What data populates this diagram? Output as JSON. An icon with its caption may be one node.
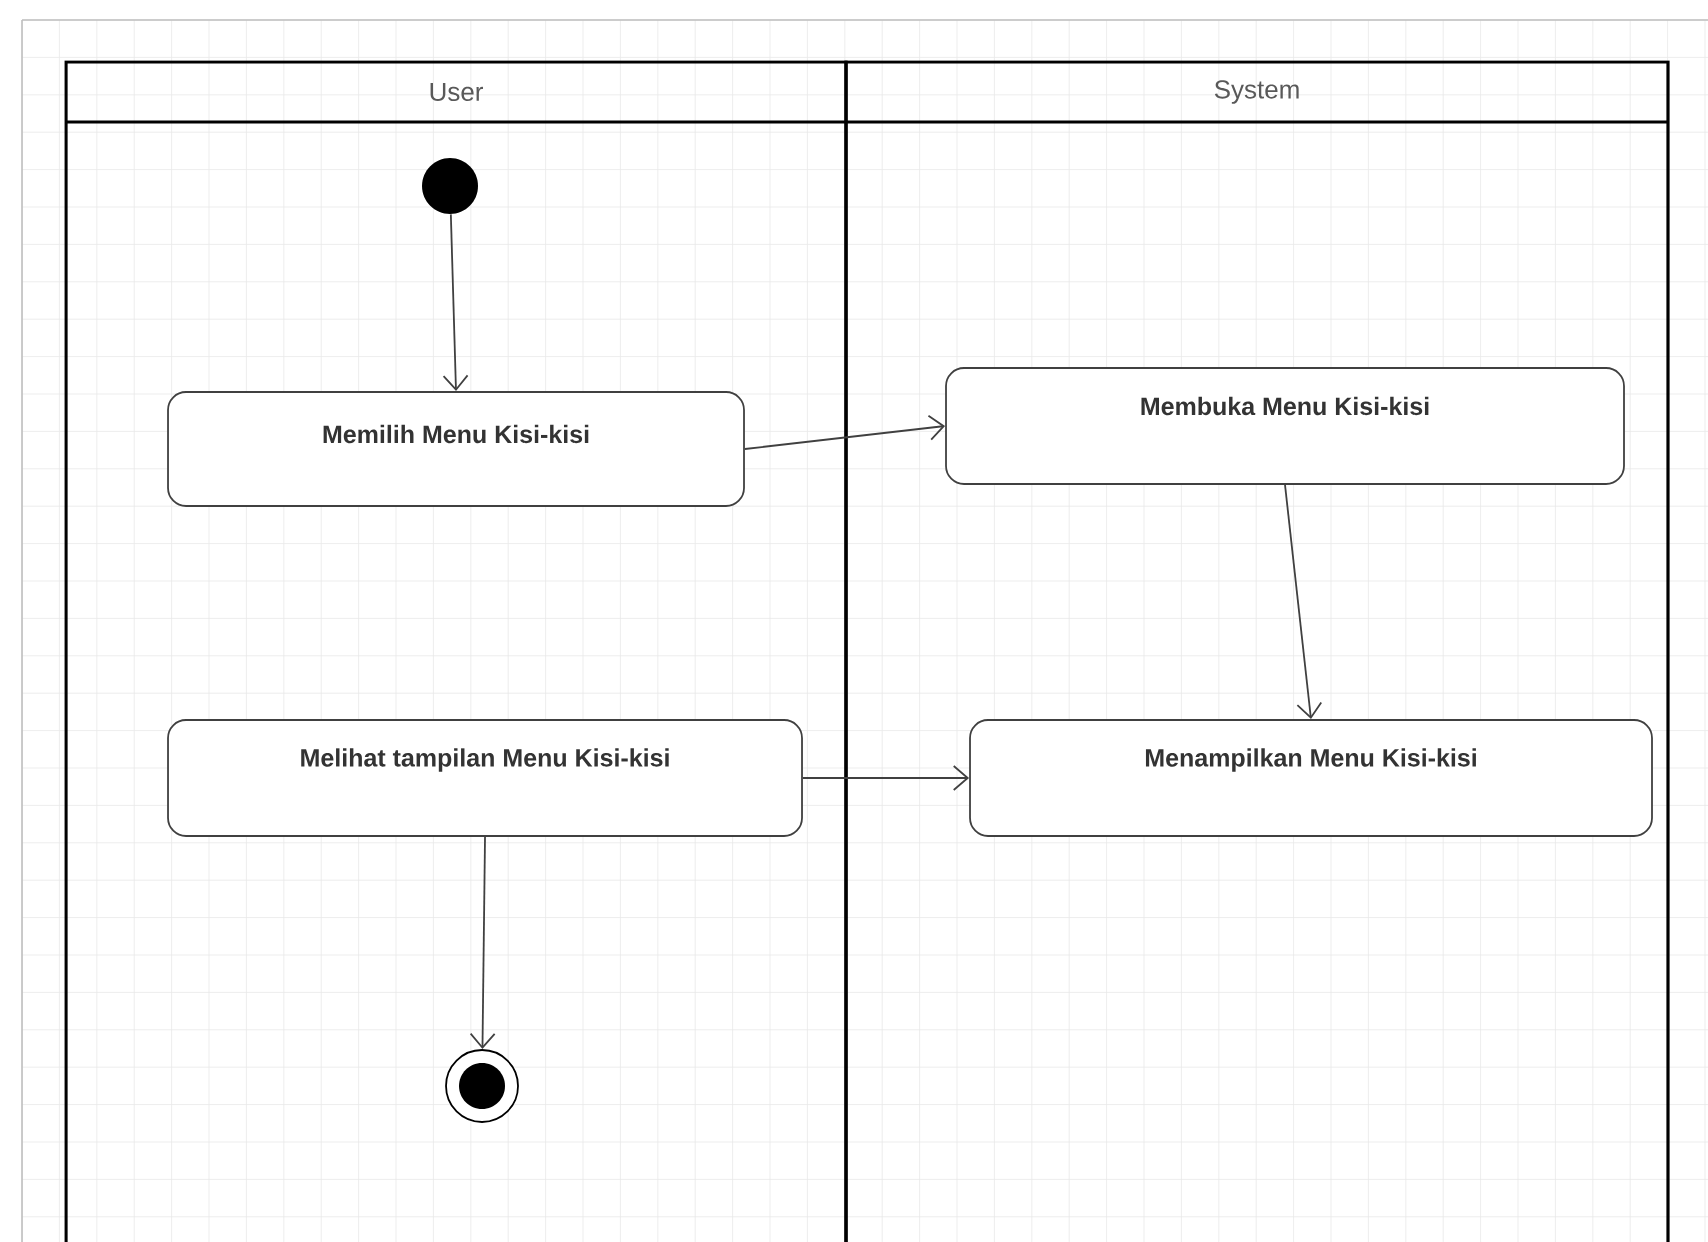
{
  "diagram": {
    "nodes": [
      {
        "text": [
          "User"
        ]
      },
      {
        "text": [
          "System"
        ]
      },
      {
        "text": [],
        "shape": "circle",
        "in": 0
      },
      {
        "text": [
          "Memilih Menu Kisi-kisi"
        ],
        "in": 0
      },
      {
        "text": [
          "Membuka Menu Kisi-kisi"
        ],
        "in": 1
      },
      {
        "text": [
          "Menampilkan Menu Kisi-kisi"
        ],
        "in": 1
      },
      {
        "text": [
          "Melihat tampilan Menu Kisi-kisi"
        ],
        "in": 0
      },
      {
        "text": [],
        "shape": "circle",
        "in": 0
      }
    ],
    "edges": [
      {
        "from": 2,
        "to": 3,
        "arrow": "to"
      },
      {
        "from": 3,
        "to": 4,
        "arrow": "to"
      },
      {
        "from": 4,
        "to": 5,
        "arrow": "to"
      },
      {
        "from": 6,
        "to": 5,
        "arrow": "to"
      },
      {
        "from": 6,
        "to": 7,
        "arrow": "to"
      }
    ]
  }
}
